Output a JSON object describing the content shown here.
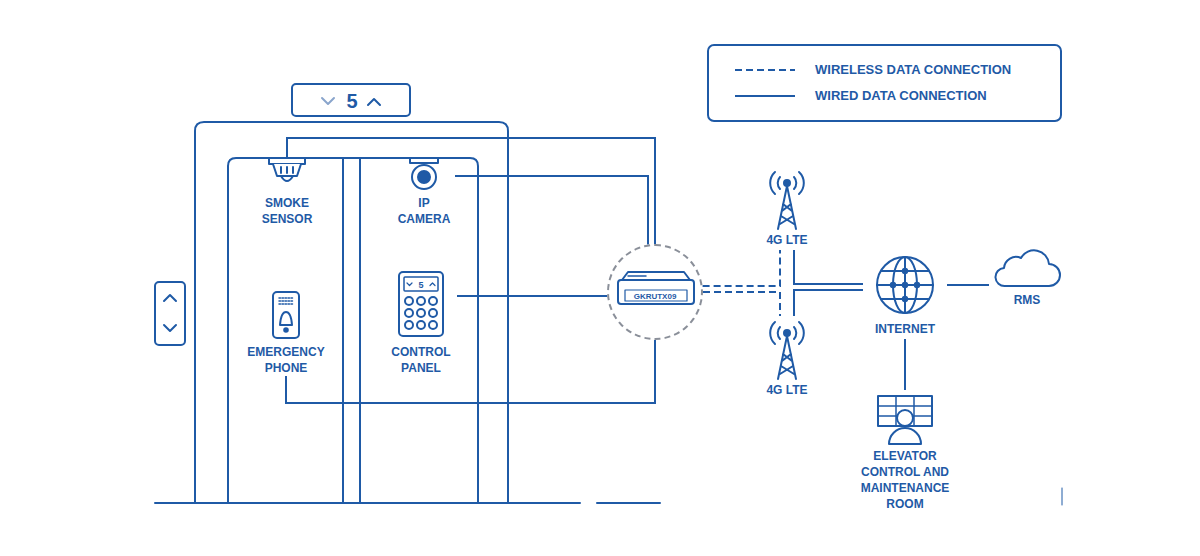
{
  "diagram": {
    "nodes": [
      {
        "text": [
          "SMOKE SENSOR"
        ]
      },
      {
        "text": [
          "IP CAMERA"
        ]
      },
      {
        "text": [
          "EMERGENCY PHONE"
        ]
      },
      {
        "text": [
          "CONTROL PANEL"
        ]
      },
      {
        "text": [
          "GKRUTX09"
        ]
      },
      {
        "text": [
          "4G LTE"
        ]
      },
      {
        "text": [
          "4G LTE"
        ]
      },
      {
        "text": [
          "INTERNET"
        ]
      },
      {
        "text": [
          "RMS"
        ]
      },
      {
        "text": [
          "ELEVATOR CONTROL AND MAINTENANCE ROOM"
        ]
      }
    ],
    "edges": [
      {
        "from": 0,
        "to": 4,
        "arrow": "none"
      },
      {
        "from": 1,
        "to": 4,
        "arrow": "none"
      },
      {
        "from": 2,
        "to": 4,
        "arrow": "none"
      },
      {
        "from": 3,
        "to": 4,
        "arrow": "none"
      },
      {
        "from": 4,
        "to": 5,
        "arrow": "none"
      },
      {
        "from": 4,
        "to": 6,
        "arrow": "none"
      },
      {
        "from": 5,
        "to": 7,
        "arrow": "none"
      },
      {
        "from": 6,
        "to": 7,
        "arrow": "none"
      },
      {
        "from": 7,
        "to": 8,
        "arrow": "none"
      },
      {
        "from": 7,
        "to": 9,
        "arrow": "none"
      }
    ],
    "labels": [
      "5",
      "5"
    ],
    "legend": [
      {
        "text": "WIRELESS DATA CONNECTION"
      },
      {
        "text": "WIRED DATA CONNECTION"
      }
    ]
  }
}
